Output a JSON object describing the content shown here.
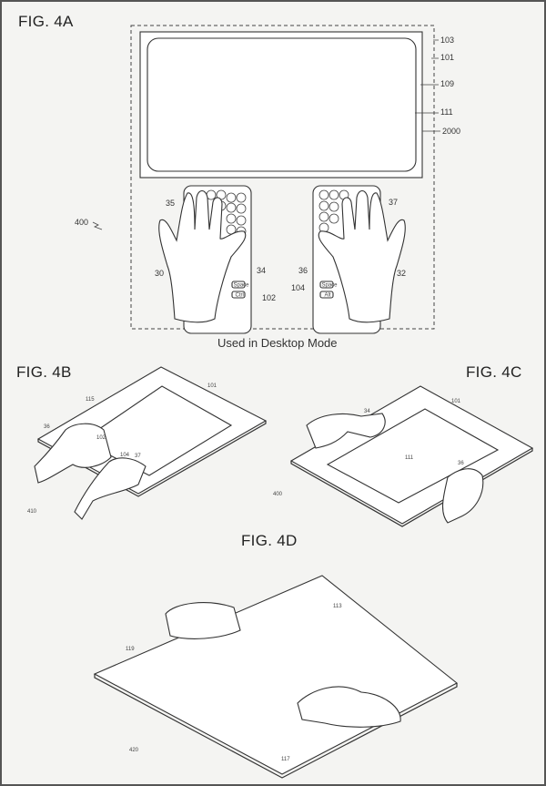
{
  "figures": {
    "fig4a": {
      "title": "FIG. 4A",
      "caption": "Used in Desktop Mode",
      "refs": {
        "r103": "103",
        "r101": "101",
        "r109": "109",
        "r111": "111",
        "r2000": "2000",
        "r400": "400",
        "r35": "35",
        "r37": "37",
        "r30": "30",
        "r34": "34",
        "r36": "36",
        "r32": "32",
        "r104": "104",
        "r102": "102"
      },
      "keys": {
        "left_space": "Space",
        "left_ctrl": "Ctrl",
        "right_space": "Space",
        "right_alt": "Alt"
      }
    },
    "fig4b": {
      "title": "FIG. 4B",
      "refs": {
        "r115": "115",
        "r101": "101",
        "r36": "36",
        "r102": "102",
        "r104": "104",
        "r37": "37",
        "r410": "410"
      }
    },
    "fig4c": {
      "title": "FIG. 4C",
      "refs": {
        "r34": "34",
        "r101": "101",
        "r111": "111",
        "r36": "36",
        "r400": "400"
      }
    },
    "fig4d": {
      "title": "FIG. 4D",
      "refs": {
        "r113": "113",
        "r119": "119",
        "r117": "117",
        "r420": "420"
      }
    }
  }
}
